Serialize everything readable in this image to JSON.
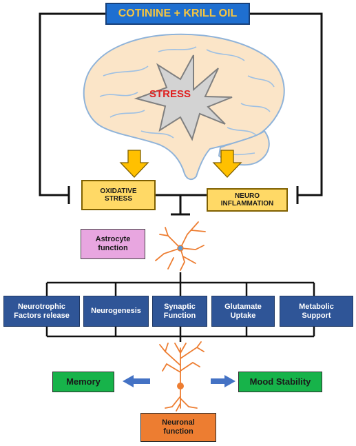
{
  "title": "COTININE + KRILL OIL",
  "brain": {
    "stress_label": "STRESS"
  },
  "stressors": {
    "oxidative": "OXIDATIVE\nSTRESS",
    "neuroinflammation": "NEURO\nINFLAMMATION"
  },
  "astrocyte": {
    "label": "Astrocyte\nfunction"
  },
  "functions": [
    "Neurotrophic\nFactors release",
    "Neurogenesis",
    "Synaptic\nFunction",
    "Glutamate\nUptake",
    "Metabolic\nSupport"
  ],
  "outcomes": {
    "memory": "Memory",
    "mood": "Mood Stability"
  },
  "neuron": {
    "label": "Neuronal\nfunction"
  },
  "colors": {
    "title_bg": "#1f6fd0",
    "title_text": "#f4c542",
    "stress_text": "#e02020",
    "yellow": "#ffd966",
    "pink": "#e8a6e0",
    "blue": "#2f5597",
    "green": "#17b34a",
    "orange": "#ed7d31",
    "brain": "#fbe5c8",
    "arrow_blue": "#4472c4"
  }
}
